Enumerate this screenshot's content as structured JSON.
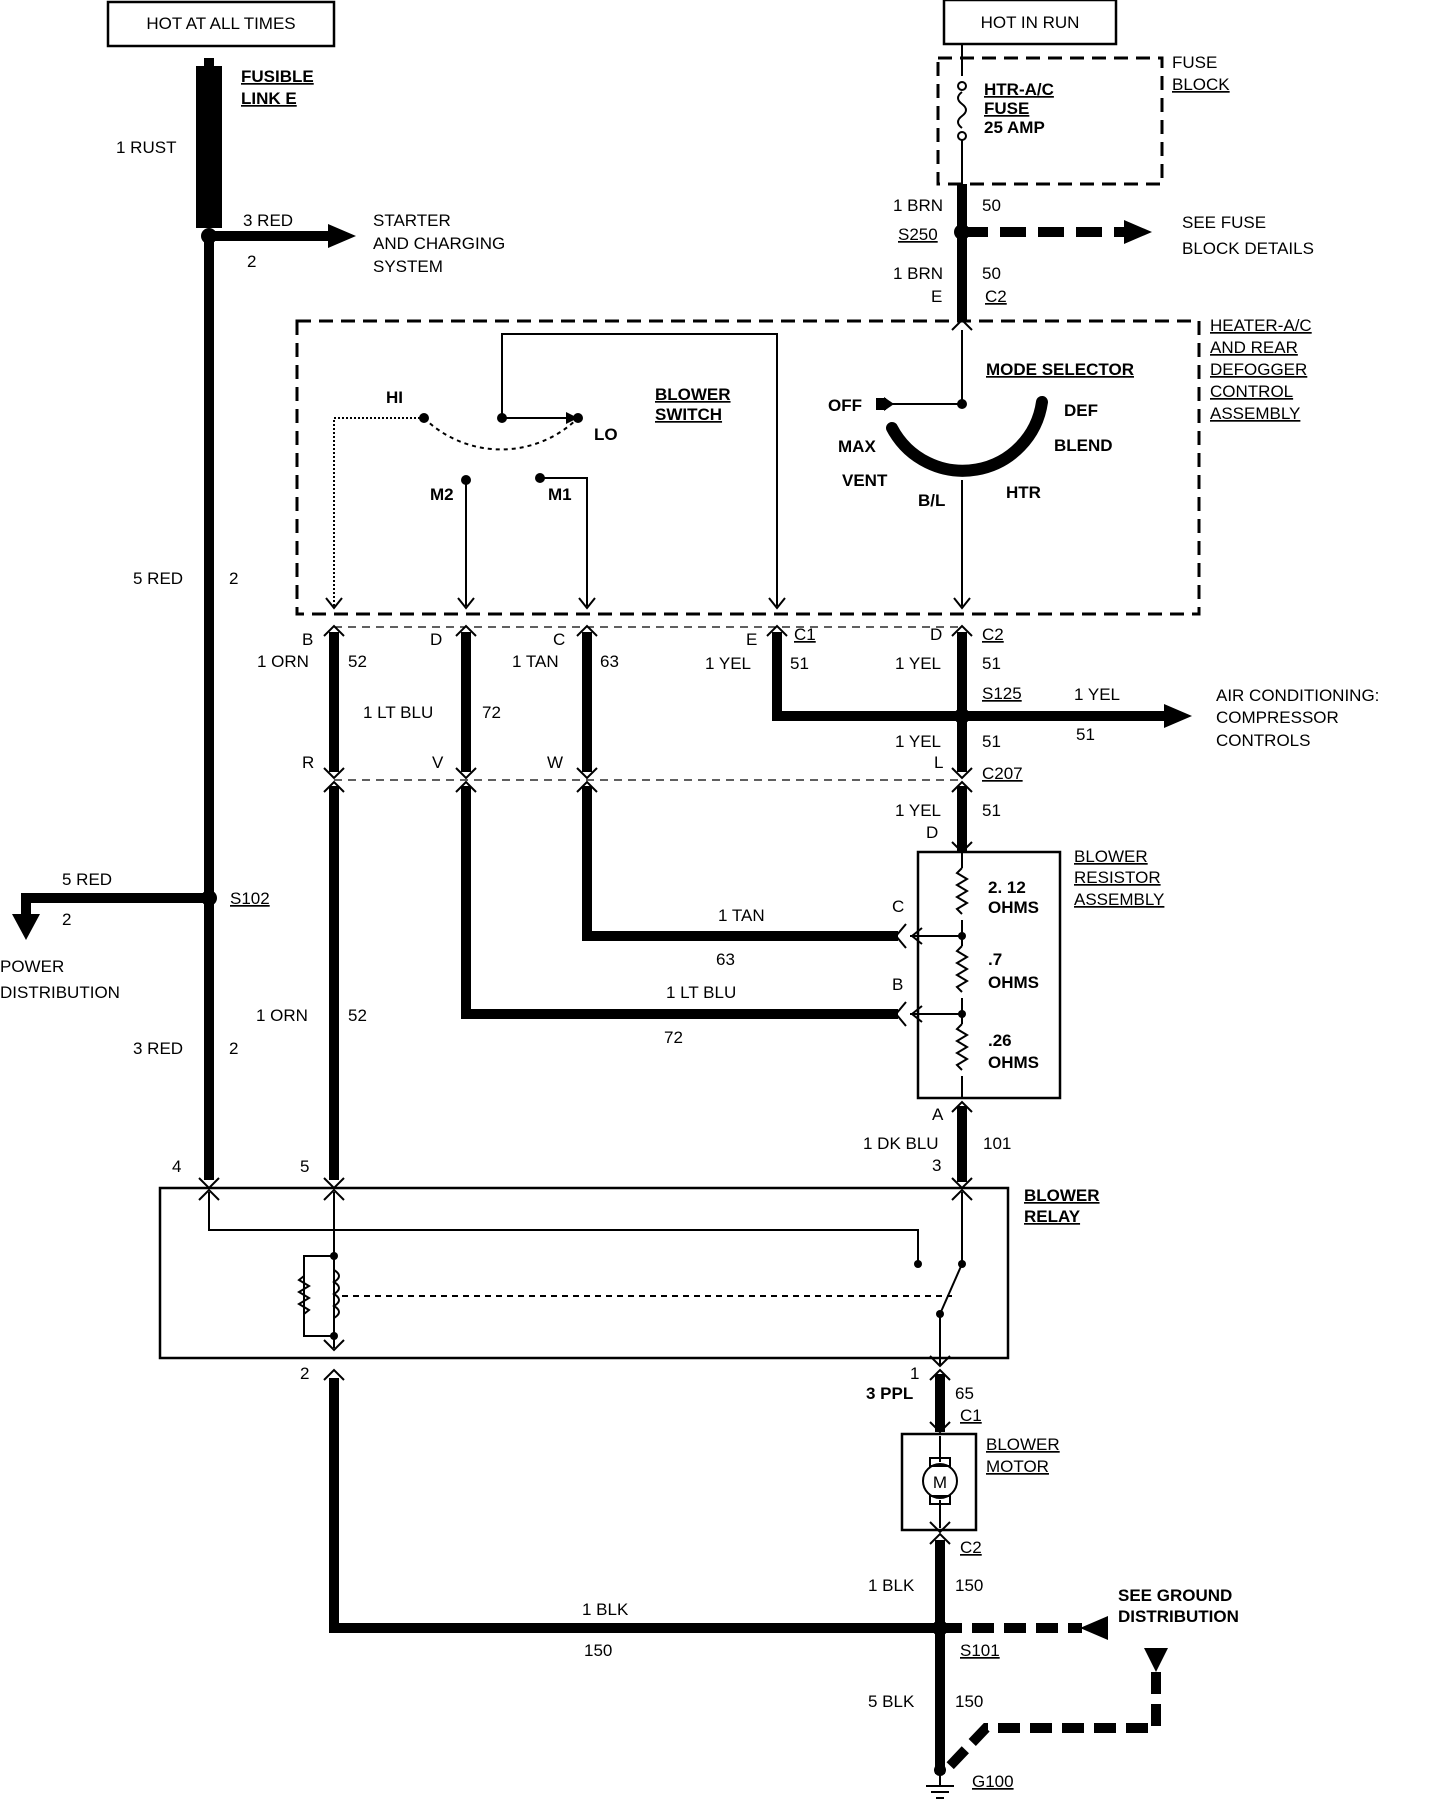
{
  "power": {
    "hot_at_all_times": "HOT AT ALL TIMES",
    "hot_in_run": "HOT IN RUN",
    "fusible_link": [
      "FUSIBLE",
      "LINK E"
    ],
    "fuse_block": [
      "FUSE",
      "BLOCK"
    ],
    "fuse_label": [
      "HTR-A/C",
      "FUSE",
      "25 AMP"
    ]
  },
  "wires": {
    "rust": "1 RUST",
    "red3_top": "3 RED",
    "red3_top_circuit": "2",
    "starter": [
      "STARTER",
      "AND CHARGING",
      "SYSTEM"
    ],
    "brn_top": "1 BRN",
    "brn_top_circuit": "50",
    "brn_bot": "1 BRN",
    "brn_bot_circuit": "50",
    "see_fuse": [
      "SEE FUSE",
      "BLOCK DETAILS"
    ],
    "red5": "5 RED",
    "red5_circuit": "2",
    "orn_top": "1 ORN",
    "orn_top_circuit": "52",
    "tan_top": "1 TAN",
    "tan_top_circuit": "63",
    "yel_c1": "1 YEL",
    "yel_c1_circuit": "51",
    "yel_c2": "1 YEL",
    "yel_c2_circuit": "51",
    "ltblu_top": "1 LT BLU",
    "ltblu_top_circuit": "72",
    "yel_ac": "1 YEL",
    "yel_ac_circuit": "51",
    "ac": [
      "AIR  CONDITIONING:",
      "COMPRESSOR",
      "CONTROLS"
    ],
    "yel_mid": "1 YEL",
    "yel_mid_circuit": "51",
    "yel_low": "1 YEL",
    "yel_low_circuit": "51",
    "red5_pd": "5 RED",
    "red5_pd_circuit": "2",
    "power_dist": [
      "POWER",
      "DISTRIBUTION"
    ],
    "tan_mid": "1 TAN",
    "tan_mid_circuit": "63",
    "ltblu_mid": "1 LT BLU",
    "ltblu_mid_circuit": "72",
    "orn_mid": "1 ORN",
    "orn_mid_circuit": "52",
    "red3_mid": "3 RED",
    "red3_mid_circuit": "2",
    "dkblu": "1 DK BLU",
    "dkblu_circuit": "101",
    "ppl": "3 PPL",
    "ppl_circuit": "65",
    "blk1": "1 BLK",
    "blk1_circuit": "150",
    "blk_h": "1 BLK",
    "blk_h_circuit": "150",
    "blk5": "5 BLK",
    "blk5_circuit": "150",
    "see_ground": [
      "SEE GROUND",
      "DISTRIBUTION"
    ]
  },
  "splices": {
    "s250": "S250",
    "s125": "S125",
    "s102": "S102",
    "s101": "S101",
    "g100": "G100"
  },
  "connectors": {
    "c2_top": "C2",
    "c2_top_pin": "E",
    "pin_b": "B",
    "pin_d": "D",
    "pin_c": "C",
    "pin_e": "E",
    "c1": "C1",
    "pin_d2": "D",
    "c2_mid": "C2",
    "pin_r": "R",
    "pin_v": "V",
    "pin_w": "W",
    "pin_l": "L",
    "c207": "C207",
    "pin_d3": "D",
    "res_c": "C",
    "res_b": "B",
    "res_a": "A",
    "relay_4": "4",
    "relay_5": "5",
    "relay_3": "3",
    "relay_2": "2",
    "relay_1": "1",
    "motor_c1": "C1",
    "motor_c2": "C2",
    "s_2": "2"
  },
  "components": {
    "heater_ac": [
      "HEATER-A/C",
      "AND REAR",
      "DEFOGGER",
      "CONTROL",
      "ASSEMBLY"
    ],
    "blower_switch": [
      "BLOWER",
      "SWITCH"
    ],
    "hi": "HI",
    "lo": "LO",
    "m2": "M2",
    "m1": "M1",
    "mode_selector": "MODE SELECTOR",
    "off": "OFF",
    "def": "DEF",
    "max": "MAX",
    "blend": "BLEND",
    "vent": "VENT",
    "bl": "B/L",
    "htr": "HTR",
    "blower_resistor": [
      "BLOWER",
      "RESISTOR",
      "ASSEMBLY"
    ],
    "r1": [
      "2. 12",
      "OHMS"
    ],
    "r2": [
      ".7",
      "OHMS"
    ],
    "r3": [
      ".26",
      "OHMS"
    ],
    "blower_relay": [
      "BLOWER",
      "RELAY"
    ],
    "blower_motor": [
      "BLOWER",
      "MOTOR"
    ],
    "motor_m": "M"
  }
}
